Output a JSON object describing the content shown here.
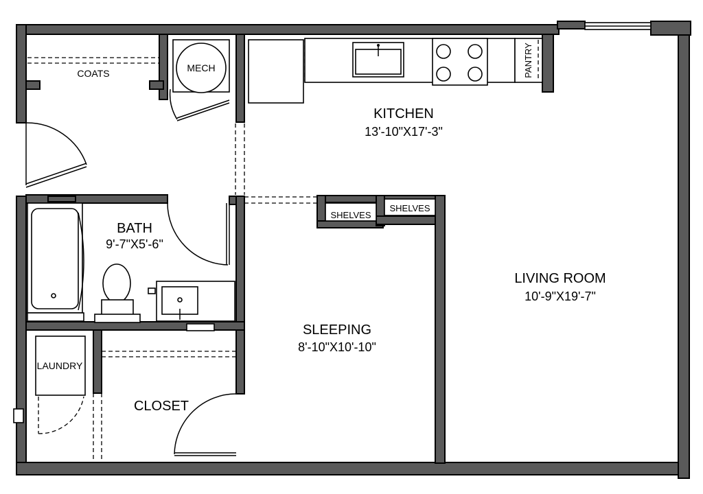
{
  "rooms": {
    "kitchen": {
      "name": "KITCHEN",
      "size": "13'-10\"X17'-3\""
    },
    "bath": {
      "name": "BATH",
      "size": "9'-7\"X5'-6\""
    },
    "living_room": {
      "name": "LIVING ROOM",
      "size": "10'-9\"X19'-7\""
    },
    "sleeping": {
      "name": "SLEEPING",
      "size": "8'-10\"X10'-10\""
    },
    "closet": {
      "name": "CLOSET"
    }
  },
  "fixtures": {
    "coats": "COATS",
    "mech": "MECH",
    "pantry": "PANTRY",
    "shelves_left": "SHELVES",
    "shelves_right": "SHELVES",
    "laundry": "LAUNDRY"
  }
}
